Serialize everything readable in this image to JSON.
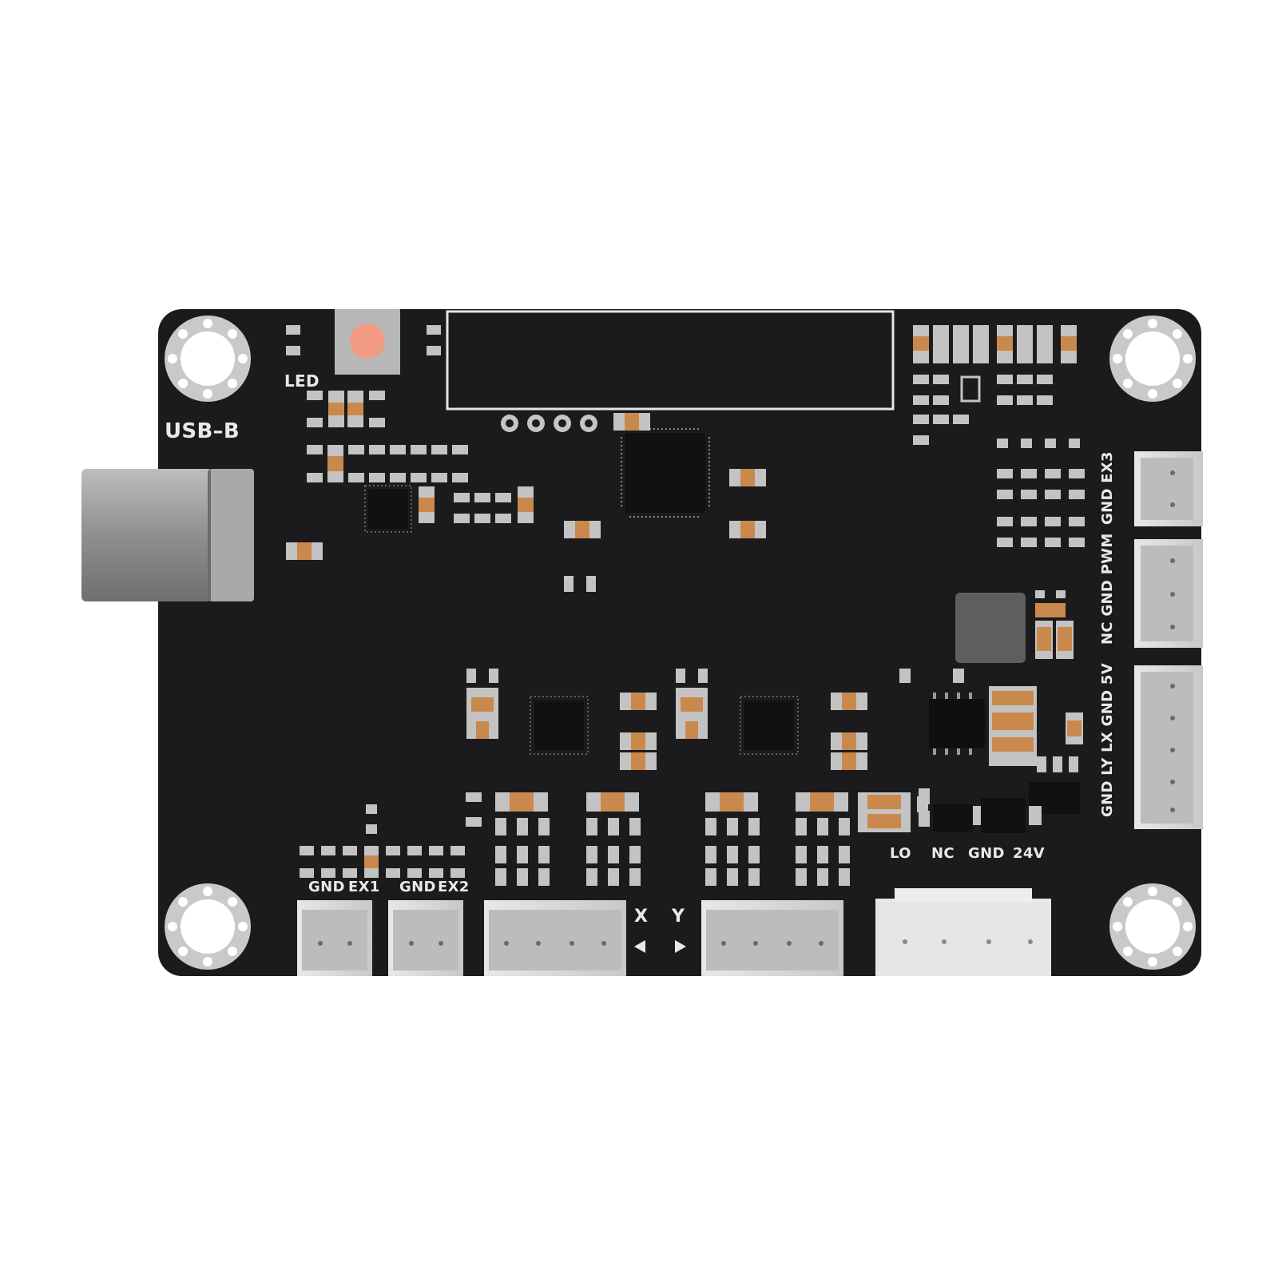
{
  "board": {
    "pcb_color": "#1b1b1d",
    "pad_color": "#c3c3c3",
    "cap_color": "#c9894d",
    "connector_color": "#d9d9d9",
    "led_color": "#f39a83"
  },
  "labels": {
    "usb": "USB–B",
    "led": "LED",
    "ex1_gnd": "GND",
    "ex1": "EX1",
    "ex2_gnd": "GND",
    "ex2": "EX2",
    "x": "X",
    "y": "Y",
    "lo": "LO",
    "nc": "NC",
    "gnd_24": "GND",
    "v24": "24V",
    "ex3_group": "GND EX3",
    "pwm_group": "NC GND PWM",
    "limit_group": "GND LY LX GND 5V"
  }
}
